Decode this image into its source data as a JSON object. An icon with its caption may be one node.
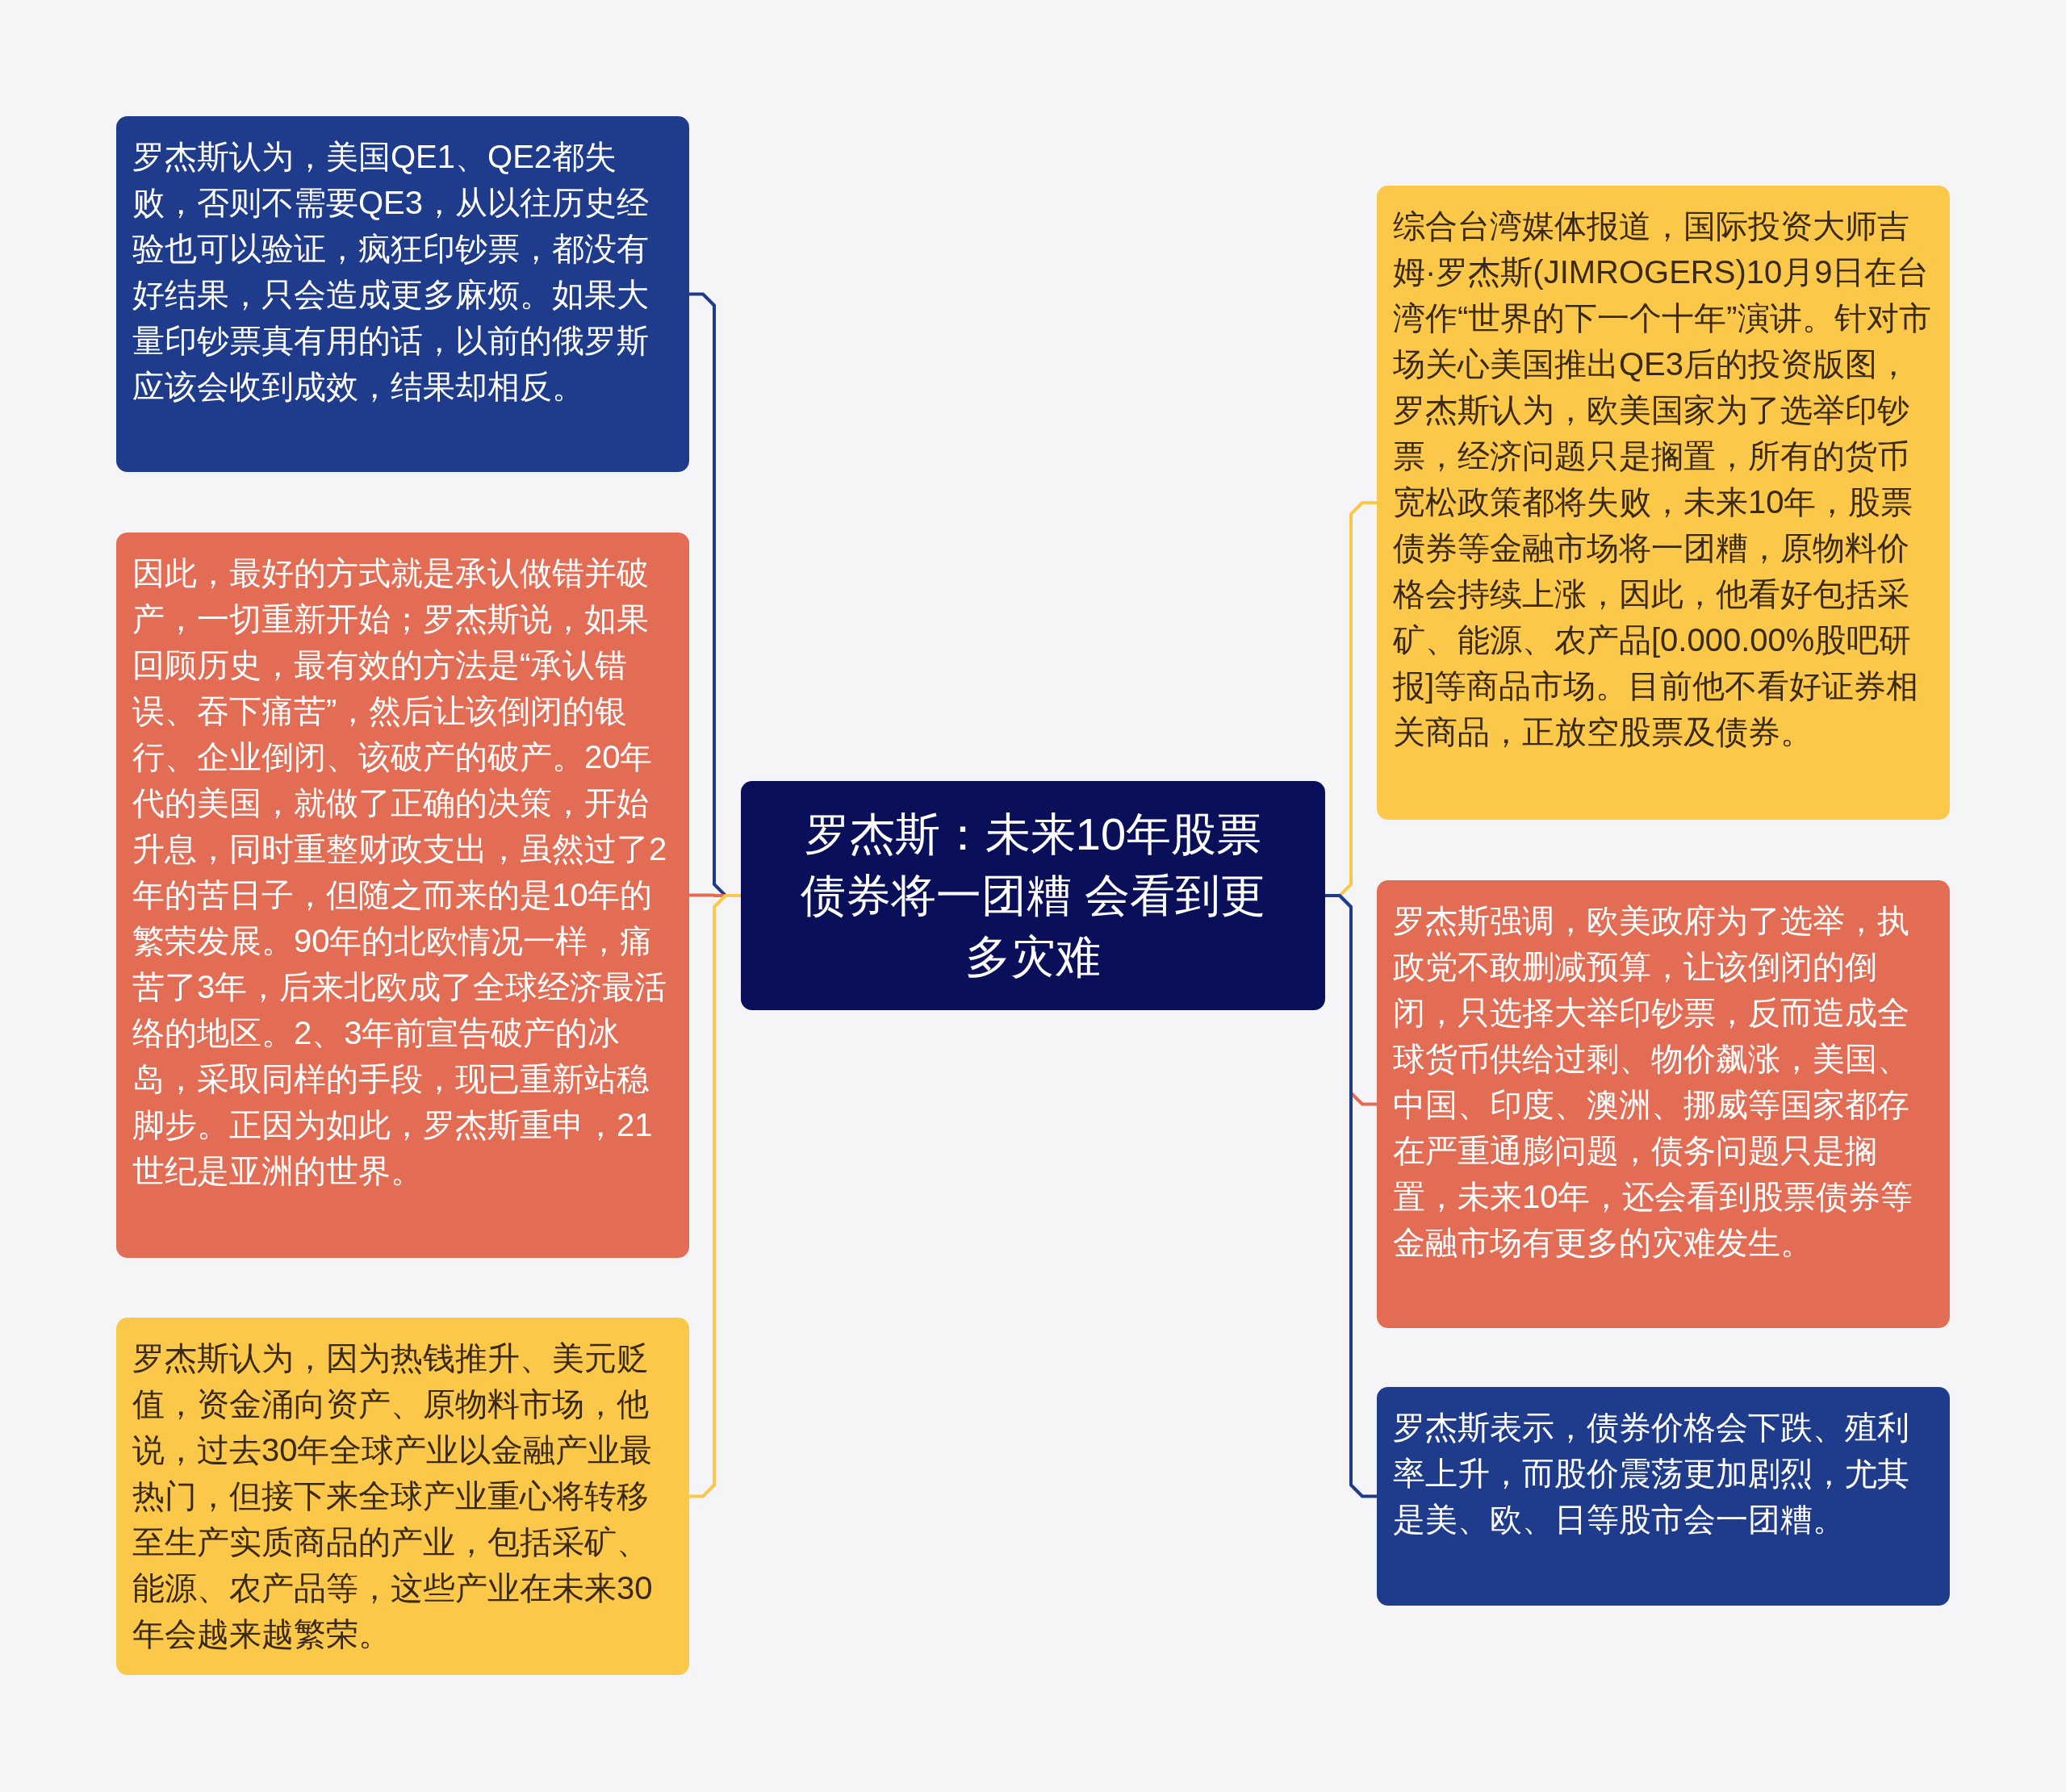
{
  "diagram": {
    "nodes": [
      {
        "text": [
          "罗杰斯：未来10年股票债券将一团糟 会看到更多灾难"
        ]
      },
      {
        "text": [
          "罗杰斯认为，美国QE1、QE2都失败，否则不需要QE3，从以往历史经验也可以验证，疯狂印钞票，都没有好结果，只会造成更多麻烦。如果大量印钞票真有用的话，以前的俄罗斯应该会收到成效，结果却相反。"
        ]
      },
      {
        "text": [
          "因此，最好的方式就是承认做错并破产，一切重新开始；罗杰斯说，如果回顾历史，最有效的方法是“承认错误、吞下痛苦”，然后让该倒闭的银行、企业倒闭、该破产的破产。20年代的美国，就做了正确的决策，开始升息，同时重整财政支出，虽然过了2年的苦日子，但随之而来的是10年的繁荣发展。90年的北欧情况一样，痛苦了3年，后来北欧成了全球经济最活络的地区。2、3年前宣告破产的冰岛，采取同样的手段，现已重新站稳脚步。正因为如此，罗杰斯重申，21世纪是亚洲的世界。"
        ]
      },
      {
        "text": [
          "罗杰斯认为，因为热钱推升、美元贬值，资金涌向资产、原物料市场，他说，过去30年全球产业以金融产业最热门，但接下来全球产业重心将转移至生产实质商品的产业，包括采矿、能源、农产品等，这些产业在未来30年会越来越繁荣。"
        ]
      },
      {
        "text": [
          "综合台湾媒体报道，国际投资大师吉姆·罗杰斯(JIMROGERS)10月9日在台湾作“世界的下一个十年”演讲。针对市场关心美国推出QE3后的投资版图，罗杰斯认为，欧美国家为了选举印钞票，经济问题只是搁置，所有的货币宽松政策都将失败，未来10年，股票债券等金融市场将一团糟，原物料价格会持续上涨，因此，他看好包括采矿、能源、农产品[0.000.00%股吧研报]等商品市场。目前他不看好证券相关商品，正放空股票及债券。"
        ]
      },
      {
        "text": [
          "罗杰斯强调，欧美政府为了选举，执政党不敢删减预算，让该倒闭的倒闭，只选择大举印钞票，反而造成全球货币供给过剩、物价飙涨，美国、中国、印度、澳洲、挪威等国家都存在严重通膨问题，债务问题只是搁置，未来10年，还会看到股票债券等金融市场有更多的灾难发生。"
        ]
      },
      {
        "text": [
          "罗杰斯表示，债券价格会下跌、殖利率上升，而股价震荡更加剧烈，尤其是美、欧、日等股市会一团糟。"
        ]
      }
    ],
    "edges": [
      {
        "from": 0,
        "to": 1,
        "arrow": "none",
        "color": "#1f3b8c"
      },
      {
        "from": 0,
        "to": 2,
        "arrow": "none",
        "color": "#e36c55"
      },
      {
        "from": 0,
        "to": 3,
        "arrow": "none",
        "color": "#fcc84a"
      },
      {
        "from": 0,
        "to": 4,
        "arrow": "none",
        "color": "#fcc84a"
      },
      {
        "from": 0,
        "to": 5,
        "arrow": "none",
        "color": "#e36c55"
      },
      {
        "from": 0,
        "to": 6,
        "arrow": "none",
        "color": "#1f3b8c"
      }
    ]
  }
}
